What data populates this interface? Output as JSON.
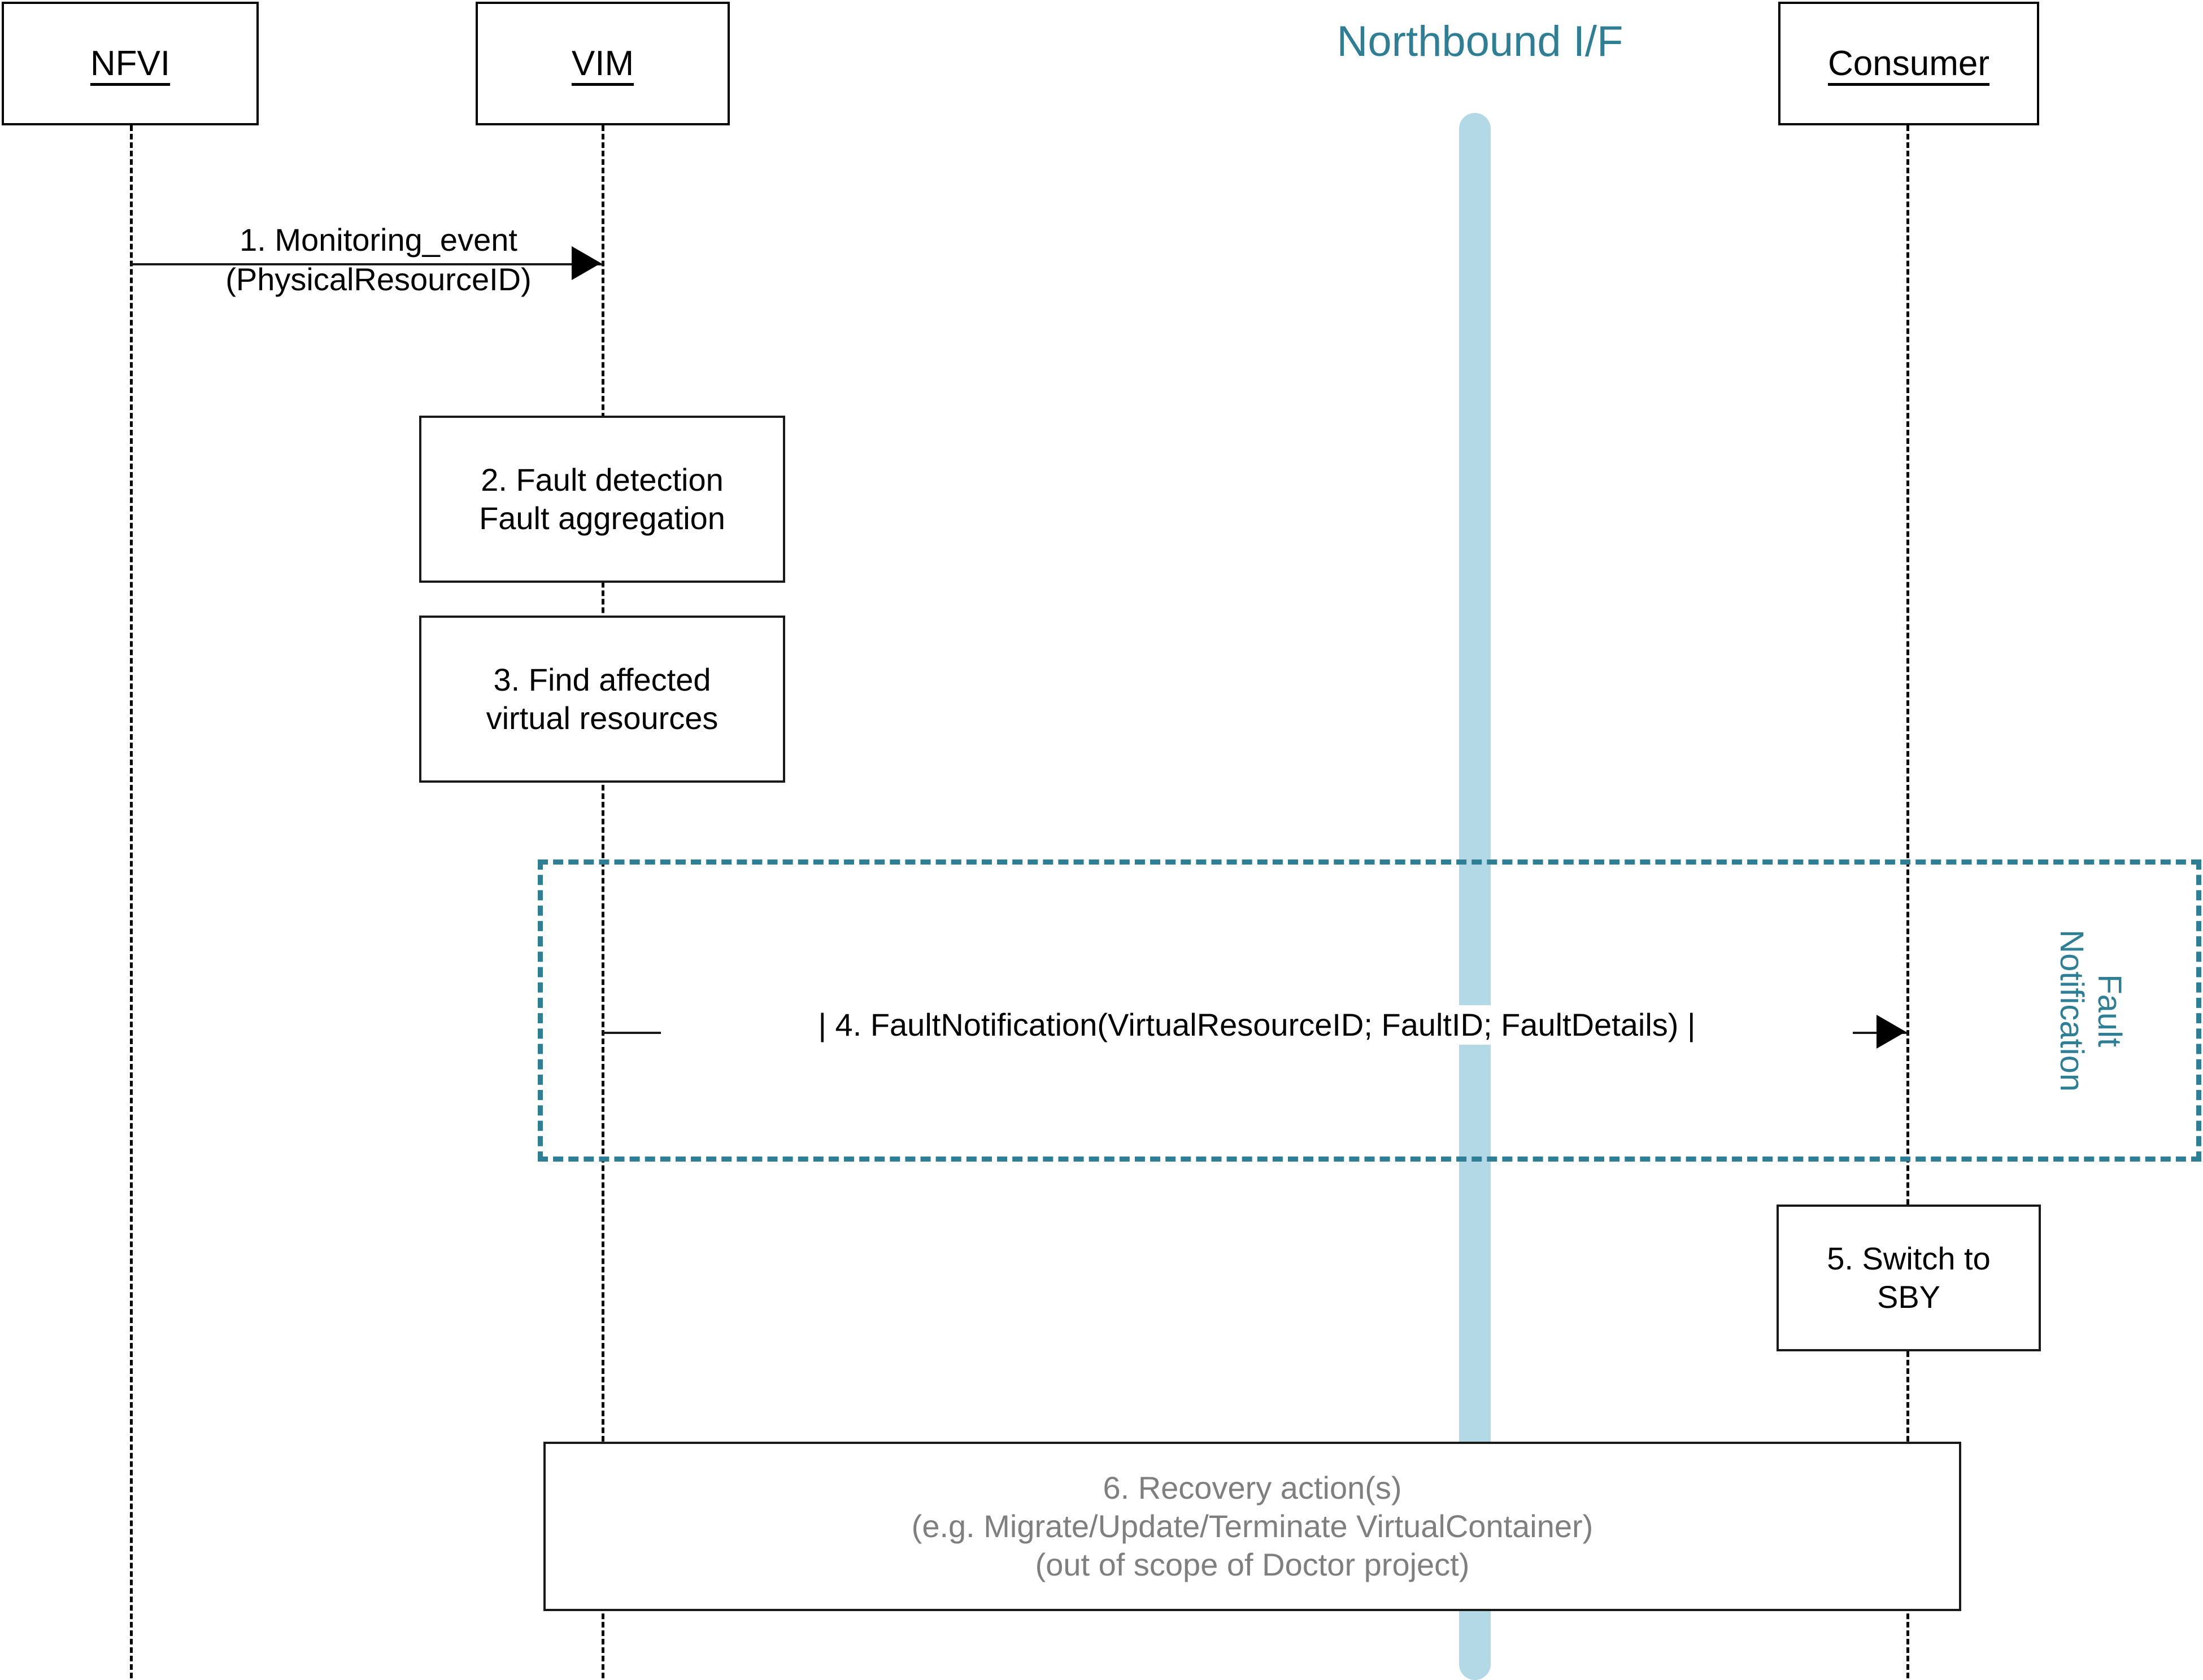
{
  "diagram": {
    "kind": "uml-sequence-diagram",
    "accent_teal": "#2E7F95",
    "accent_light_blue": "#B3D8E6",
    "grey_text": "#7F7F7F",
    "interface_title": "Northbound I/F"
  },
  "actors": [
    {
      "id": "nfvi",
      "label": "NFVI"
    },
    {
      "id": "vim",
      "label": "VIM"
    },
    {
      "id": "consumer",
      "label": "Consumer"
    }
  ],
  "messages": [
    {
      "id": "m1",
      "from": "nfvi",
      "to": "vim",
      "lines": [
        "1. Monitoring_event",
        "(PhysicalResourceID)"
      ]
    },
    {
      "id": "m4",
      "from": "vim",
      "to": "consumer",
      "lines": [
        "| 4. FaultNotification(VirtualResourceID; FaultID; FaultDetails) |"
      ]
    }
  ],
  "activities": [
    {
      "id": "a2",
      "on": "vim",
      "lines": [
        "2. Fault detection",
        "Fault aggregation"
      ]
    },
    {
      "id": "a3",
      "on": "vim",
      "lines": [
        "3. Find affected",
        "virtual resources"
      ]
    },
    {
      "id": "a5",
      "on": "consumer",
      "lines": [
        "5. Switch to",
        "SBY"
      ]
    },
    {
      "id": "a6",
      "on": "span-vim-consumer",
      "style": "grey",
      "lines": [
        "6. Recovery action(s)",
        "(e.g. Migrate/Update/Terminate VirtualContainer)",
        "(out of scope of Doctor project)"
      ]
    }
  ],
  "fragment": {
    "id": "fault-notification-frame",
    "label_lines": [
      "Fault",
      "Notification"
    ]
  }
}
